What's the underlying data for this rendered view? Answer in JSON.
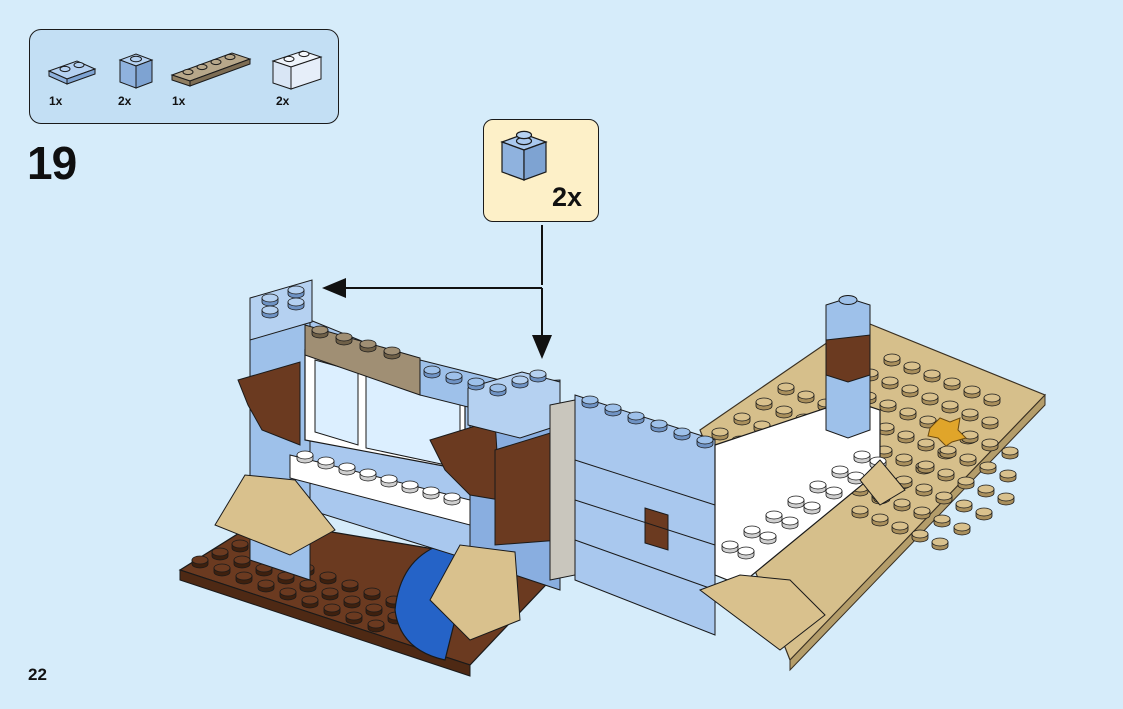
{
  "parts_list": {
    "items": [
      {
        "qty": "1x",
        "piece": "1x2 plate medium blue"
      },
      {
        "qty": "2x",
        "piece": "1x1 brick medium blue"
      },
      {
        "qty": "1x",
        "piece": "1x4 plate dark tan"
      },
      {
        "qty": "2x",
        "piece": "1x2 brick transparent clear"
      }
    ]
  },
  "step": {
    "number": "19"
  },
  "callout": {
    "qty": "2x",
    "piece": "1x1 brick medium blue"
  },
  "page": {
    "number": "22"
  },
  "colors": {
    "background": "#d6ecfa",
    "parts_box": "#c3dff4",
    "callout": "#fdf0c8",
    "medium_blue": "#9ec1ea",
    "dark_tan": "#a08f74",
    "reddish_brown": "#6b3a20",
    "tan": "#d9c18d",
    "white": "#ffffff",
    "light_gray": "#c9c6bd",
    "blue": "#2563c7"
  }
}
